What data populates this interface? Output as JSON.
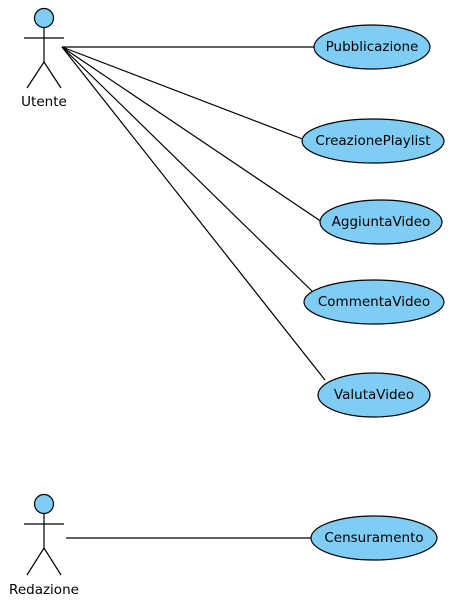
{
  "diagram": {
    "type": "use-case",
    "colors": {
      "fill": "#7fcdf4",
      "stroke": "#000000",
      "line": "#000000"
    },
    "actors": [
      {
        "id": "utente",
        "label": "Utente"
      },
      {
        "id": "redazione",
        "label": "Redazione"
      }
    ],
    "usecases": [
      {
        "id": "pubblicazione",
        "label": "Pubblicazione"
      },
      {
        "id": "creazione-playlist",
        "label": "CreazionePlaylist"
      },
      {
        "id": "aggiunta-video",
        "label": "AggiuntaVideo"
      },
      {
        "id": "commenta-video",
        "label": "CommentaVideo"
      },
      {
        "id": "valuta-video",
        "label": "ValutaVideo"
      },
      {
        "id": "censuramento",
        "label": "Censuramento"
      }
    ],
    "associations": [
      {
        "from": "utente",
        "to": "pubblicazione"
      },
      {
        "from": "utente",
        "to": "creazione-playlist"
      },
      {
        "from": "utente",
        "to": "aggiunta-video"
      },
      {
        "from": "utente",
        "to": "commenta-video"
      },
      {
        "from": "utente",
        "to": "valuta-video"
      },
      {
        "from": "redazione",
        "to": "censuramento"
      }
    ]
  }
}
